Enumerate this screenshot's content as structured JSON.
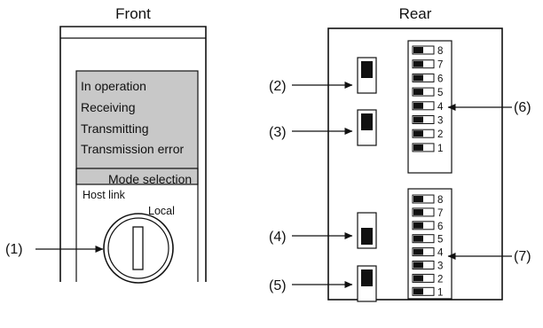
{
  "front": {
    "title": "Front",
    "indicators": [
      "In operation",
      "Receiving",
      "Transmitting",
      "Transmission error"
    ],
    "mode_selection": {
      "title": "Mode selection",
      "option_left": "Host link",
      "option_right": "Local"
    },
    "callouts": {
      "knob": "(1)"
    }
  },
  "rear": {
    "title": "Rear",
    "switch_callouts": [
      "(2)",
      "(3)",
      "(4)",
      "(5)"
    ],
    "dip_callouts": [
      "(6)",
      "(7)"
    ],
    "dip_switches": [
      {
        "name": "upper",
        "numbers": [
          "8",
          "7",
          "6",
          "5",
          "4",
          "3",
          "2",
          "1"
        ]
      },
      {
        "name": "lower",
        "numbers": [
          "8",
          "7",
          "6",
          "5",
          "4",
          "3",
          "2",
          "1"
        ]
      }
    ]
  }
}
